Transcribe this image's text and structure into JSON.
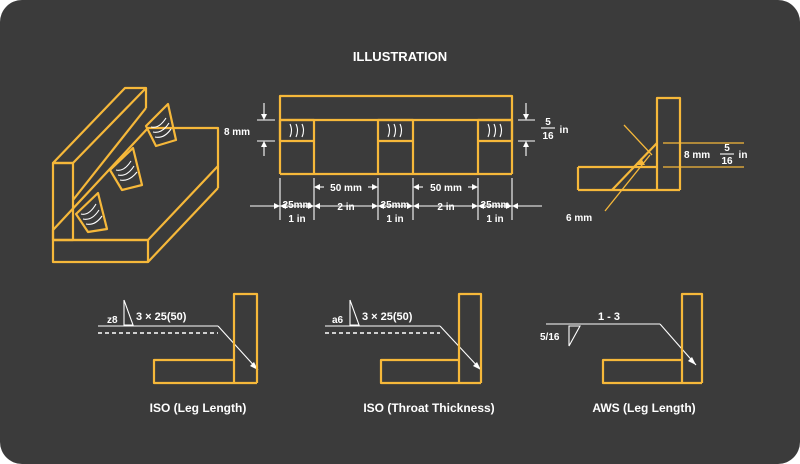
{
  "title": "ILLUSTRATION",
  "colors": {
    "background": "#3b3b3b",
    "accent": "#f6b83a",
    "text": "#ffffff"
  },
  "beam": {
    "height_mm": "8 mm",
    "frac_num": "5",
    "frac_den": "16",
    "frac_unit": "in",
    "dims": [
      {
        "mm": "25mm",
        "in": "1 in"
      },
      {
        "mm": "50 mm",
        "in": "2 in"
      },
      {
        "mm": "25mm",
        "in": "1 in"
      },
      {
        "mm": "50 mm",
        "in": "2 in"
      },
      {
        "mm": "25mm",
        "in": "1 in"
      }
    ]
  },
  "fillet": {
    "leg_mm": "8 mm",
    "frac_num": "5",
    "frac_den": "16",
    "frac_unit": "in",
    "throat": "6 mm"
  },
  "symbols": [
    {
      "prefix": "z8",
      "spec": "3 × 25(50)",
      "caption": "ISO (Leg Length)"
    },
    {
      "prefix": "a6",
      "spec": "3 × 25(50)",
      "caption": "ISO (Throat Thickness)"
    },
    {
      "prefix": "5/16",
      "spec": "1 - 3",
      "caption": "AWS (Leg Length)"
    }
  ]
}
